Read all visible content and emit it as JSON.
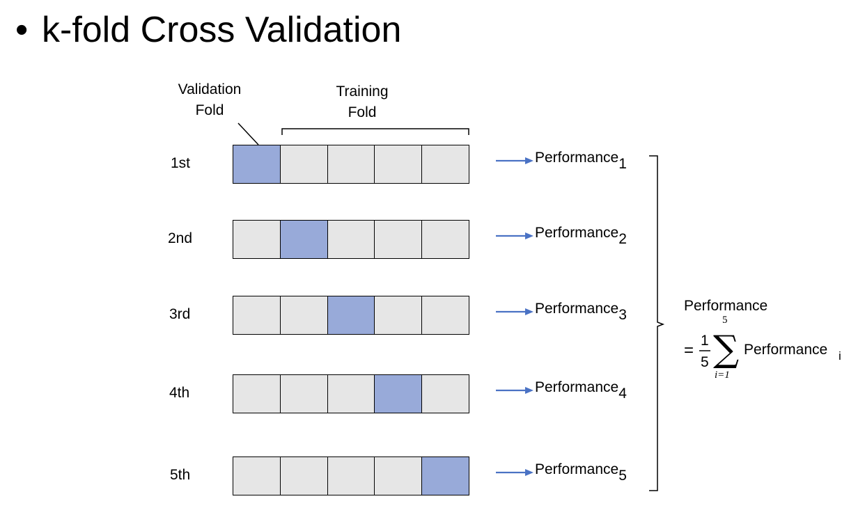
{
  "title": "k-fold Cross Validation",
  "bullet": "•",
  "labels": {
    "validation_fold": "Validation\nFold",
    "training_fold": "Training\nFold"
  },
  "rows": [
    {
      "label": "1st",
      "validation_index": 0,
      "perf_text": "Performance",
      "perf_sub": "1"
    },
    {
      "label": "2nd",
      "validation_index": 1,
      "perf_text": "Performance",
      "perf_sub": "2"
    },
    {
      "label": "3rd",
      "validation_index": 2,
      "perf_text": "Performance",
      "perf_sub": "3"
    },
    {
      "label": "4th",
      "validation_index": 3,
      "perf_text": "Performance",
      "perf_sub": "4"
    },
    {
      "label": "5th",
      "validation_index": 4,
      "perf_text": "Performance",
      "perf_sub": "5"
    }
  ],
  "folds_per_row": 5,
  "formula": {
    "title": "Performance",
    "equals": "=",
    "numerator": "1",
    "denominator": "5",
    "sum_upper": "5",
    "sum_lower": "i=1",
    "sum_symbol": "∑",
    "term": "Performance",
    "term_sub": "i"
  },
  "colors": {
    "validation": "#98aad9",
    "training": "#e6e6e6",
    "arrow": "#4a72c4"
  }
}
